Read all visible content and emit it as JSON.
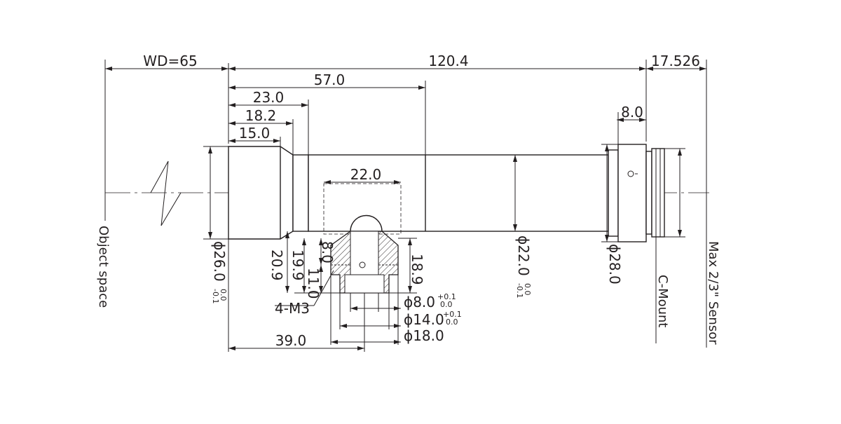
{
  "dimensions": {
    "wd": "WD=65",
    "overall_length": "120.4",
    "back_focus": "17.526",
    "len_57": "57.0",
    "len_23": "23.0",
    "len_18_2": "18.2",
    "len_15": "15.0",
    "len_8_mount": "8.0",
    "len_22": "22.0",
    "len_39": "39.0",
    "h_20_9": "20.9",
    "h_19_9": "19.9",
    "h_8": "8.0",
    "h_11": "11.0",
    "h_18_9": "18.9",
    "thread": "4-M3",
    "dia_26": "ϕ26.0",
    "dia_26_tol_upper": "0.0",
    "dia_26_tol_lower": "-0.1",
    "dia_22": "ϕ22.0",
    "dia_22_tol_upper": "0.0",
    "dia_22_tol_lower": "-0.1",
    "dia_28": "ϕ28.0",
    "dia_8": "ϕ8.0",
    "dia_8_tol_upper": "+0.1",
    "dia_8_tol_lower": "0.0",
    "dia_14": "ϕ14.0",
    "dia_14_tol_upper": "+0.1",
    "dia_14_tol_lower": "0.0",
    "dia_18": "ϕ18.0"
  },
  "labels": {
    "object_space": "Object space",
    "c_mount": "C-Mount",
    "sensor": "Max 2/3\" Sensor"
  }
}
